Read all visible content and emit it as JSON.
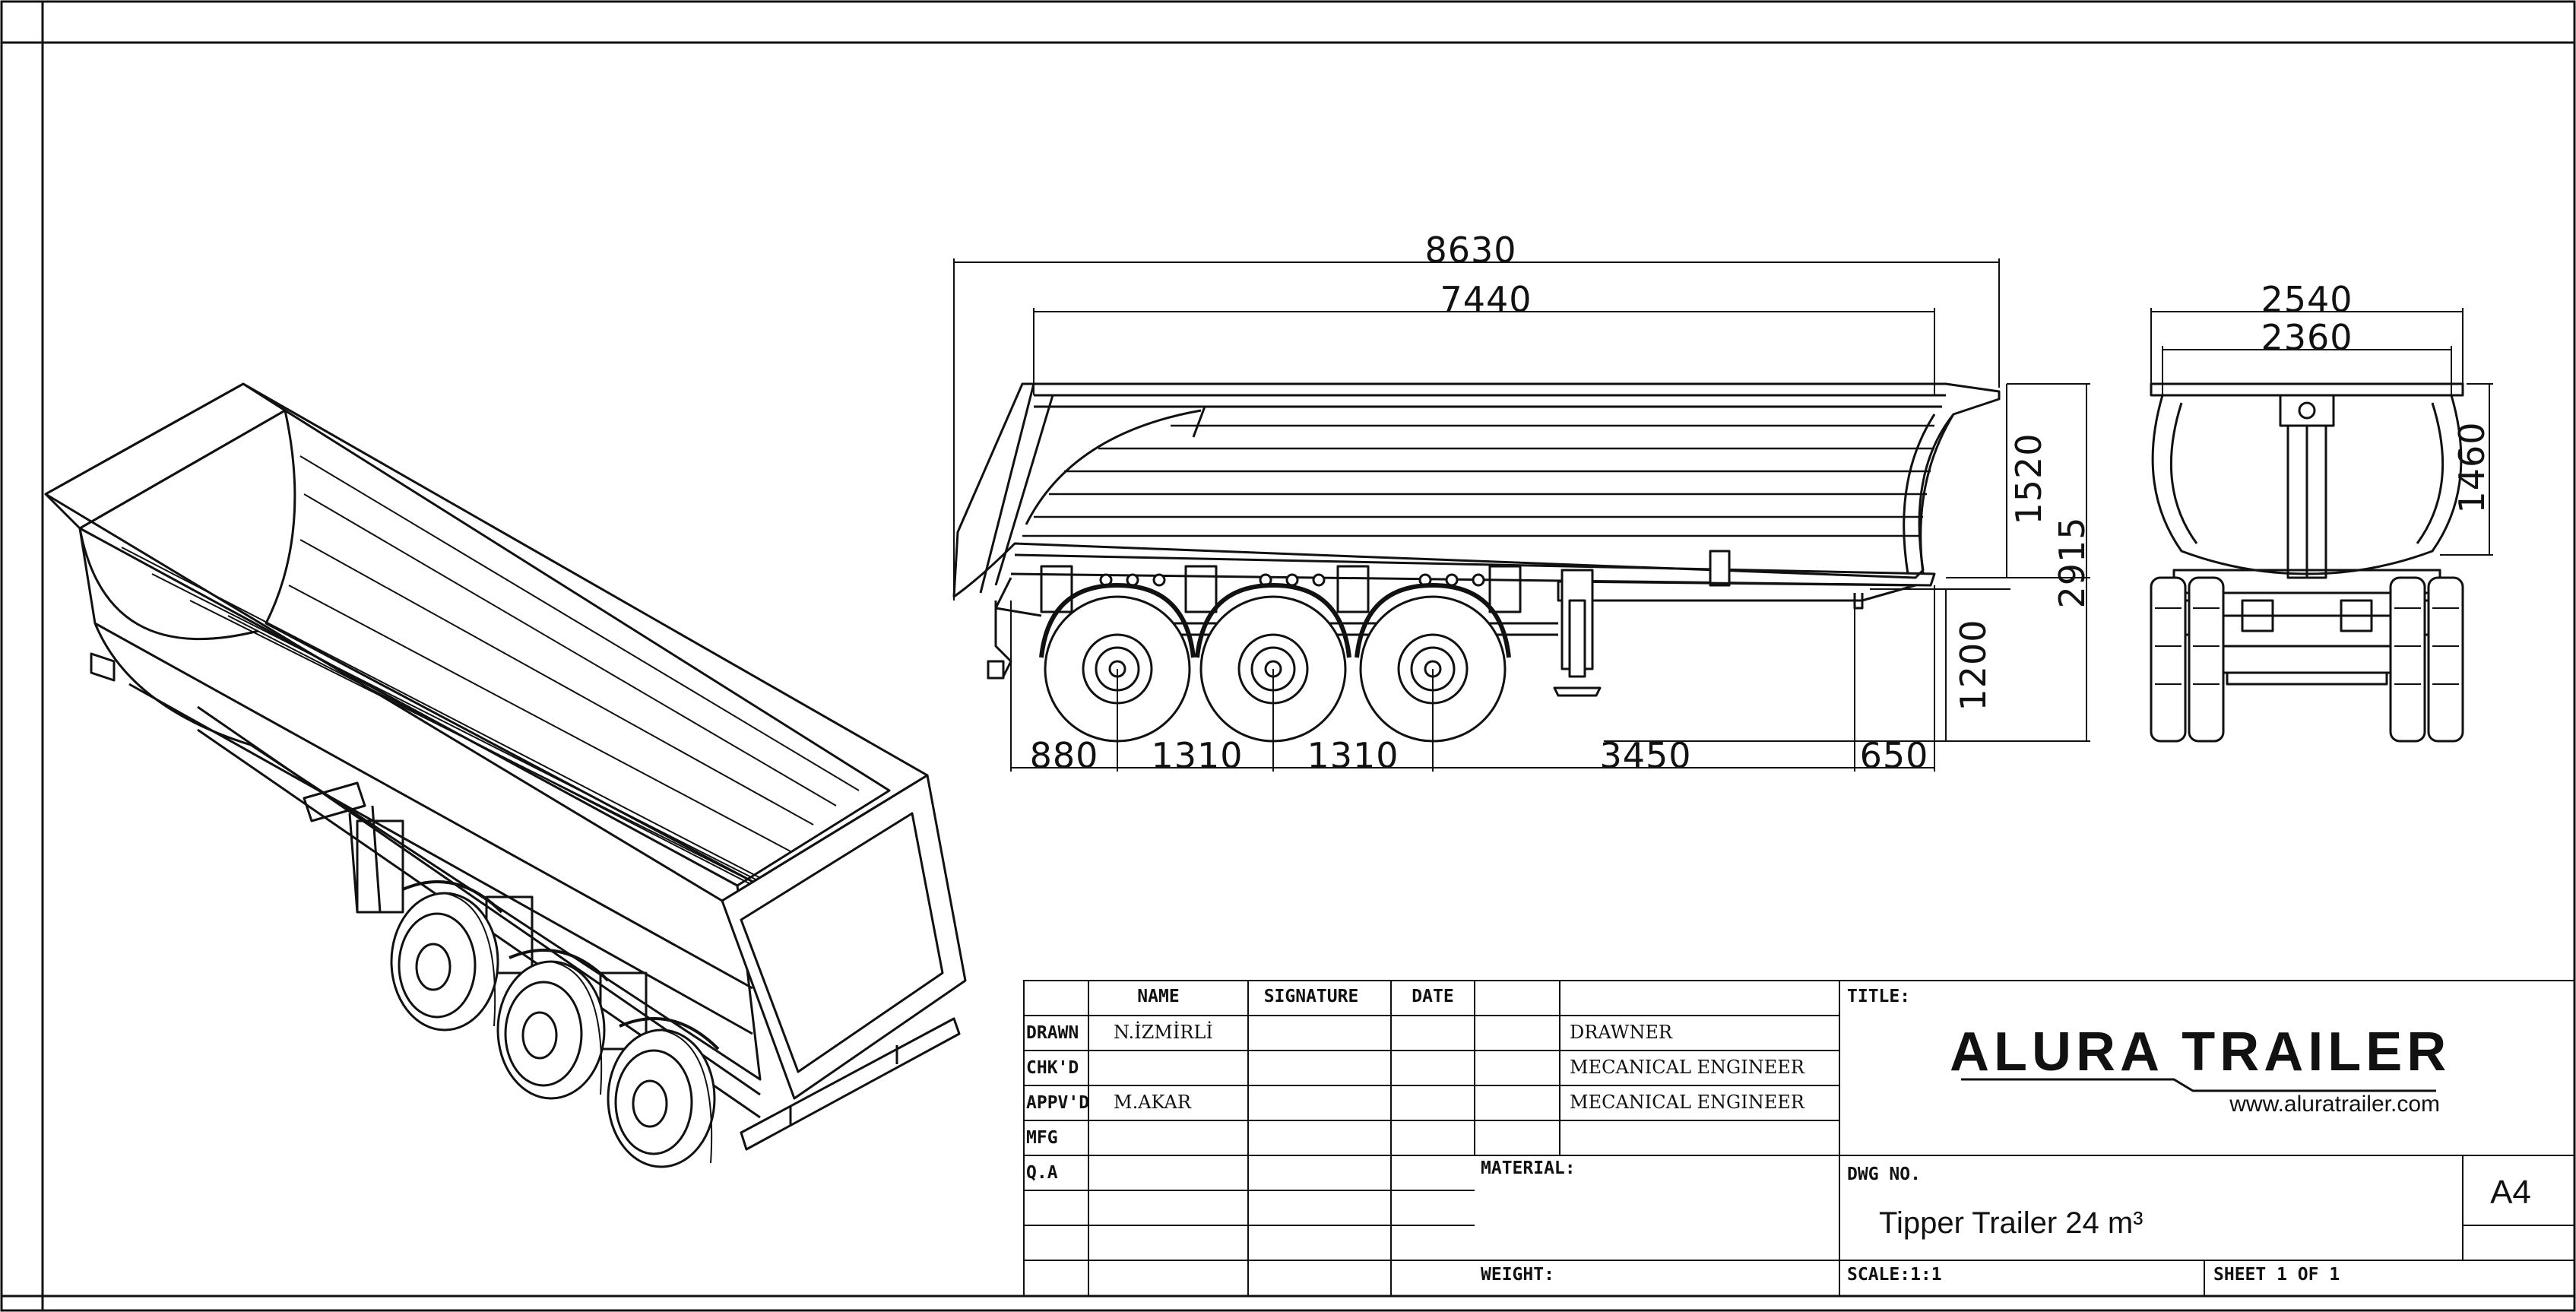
{
  "dimensions": {
    "side_view": {
      "overall_length": "8630",
      "body_length": "7440",
      "body_height": "1520",
      "total_height": "2915",
      "coupling_height": "1200",
      "front_overhang": "880",
      "axle_spacing_1": "1310",
      "axle_spacing_2": "1310",
      "axle_to_kingpin": "3450",
      "kingpin_to_front": "650"
    },
    "rear_view": {
      "overall_width": "2540",
      "body_width": "2360",
      "body_height": "1460"
    }
  },
  "title_block": {
    "col_headers": {
      "name": "NAME",
      "signature": "SIGNATURE",
      "date": "DATE"
    },
    "rows": [
      {
        "label": "DRAWN",
        "name": "N.İZMİRLİ",
        "role": "DRAWNER"
      },
      {
        "label": "CHK'D",
        "name": "",
        "role": "MECANICAL ENGINEER"
      },
      {
        "label": "APPV'D",
        "name": "M.AKAR",
        "role": "MECANICAL ENGINEER"
      },
      {
        "label": "MFG",
        "name": "",
        "role": ""
      },
      {
        "label": "Q.A",
        "name": "",
        "role": ""
      }
    ],
    "title_label": "TITLE:",
    "material_label": "MATERIAL:",
    "weight_label": "WEIGHT:",
    "dwg_no_label": "DWG NO.",
    "drawing_title": "Tipper Trailer 24 m³",
    "scale_label": "SCALE:1:1",
    "sheet_label": "SHEET 1 OF 1",
    "paper_size": "A4"
  },
  "logo": {
    "brand": "ALURA TRAILER",
    "website": "www.aluratrailer.com"
  },
  "colors": {
    "line": "#111111",
    "background": "#ffffff"
  }
}
